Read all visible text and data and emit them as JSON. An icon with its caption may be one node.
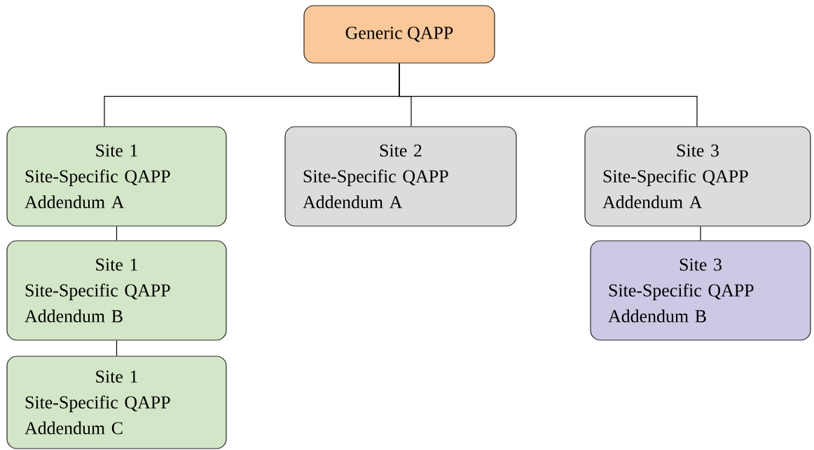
{
  "diagram": {
    "nodes": [
      {
        "text": [
          "Generic QAPP"
        ]
      },
      {
        "text": [
          "Site 1",
          "Site-Specific QAPP",
          "Addendum A"
        ]
      },
      {
        "text": [
          "Site 2",
          "Site-Specific QAPP",
          "Addendum A"
        ]
      },
      {
        "text": [
          "Site 3",
          "Site-Specific QAPP",
          "Addendum A"
        ]
      },
      {
        "text": [
          "Site 1",
          "Site-Specific QAPP",
          "Addendum B"
        ]
      },
      {
        "text": [
          "Site 3",
          "Site-Specific QAPP",
          "Addendum B"
        ]
      },
      {
        "text": [
          "Site 1",
          "Site-Specific QAPP",
          "Addendum C"
        ]
      }
    ],
    "edges": [
      {
        "from": 0,
        "to": 1,
        "arrow": "none"
      },
      {
        "from": 0,
        "to": 2,
        "arrow": "none"
      },
      {
        "from": 0,
        "to": 3,
        "arrow": "none"
      },
      {
        "from": 1,
        "to": 4,
        "arrow": "none"
      },
      {
        "from": 3,
        "to": 5,
        "arrow": "none"
      },
      {
        "from": 4,
        "to": 6,
        "arrow": "none"
      }
    ]
  }
}
